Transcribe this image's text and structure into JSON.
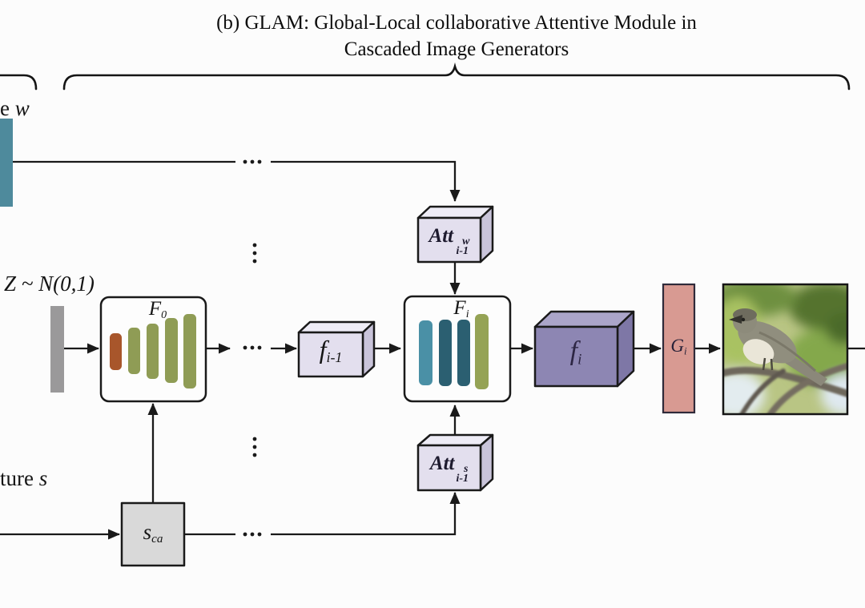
{
  "figure": {
    "caption_line1": "(b) GLAM: Global-Local collaborative Attentive Module in",
    "caption_line2": "Cascaded Image Generators"
  },
  "labels": {
    "word_feature": {
      "prefix": "e ",
      "symbol": "w"
    },
    "noise": "Z ~ N(0,1)",
    "sentence_feature": {
      "prefix": "ture ",
      "symbol": "s"
    },
    "f0": {
      "base": "F",
      "sub": "0"
    },
    "f_prev": {
      "base": "f",
      "sub": "i-1"
    },
    "F_i": {
      "base": "F",
      "sub": "i"
    },
    "f_i": {
      "base": "f",
      "sub": "i"
    },
    "att_w": {
      "base": "Att",
      "sub": "i-1",
      "sup": "w"
    },
    "att_s": {
      "base": "Att",
      "sub": "i-1",
      "sup": "s"
    },
    "g_i": {
      "base": "G",
      "sub": "i"
    },
    "s_ca": {
      "base": "s",
      "sub": "ca"
    }
  },
  "image": {
    "bird_alt": "generated bird perched on a branch"
  },
  "icons": [
    "ellipsis-horizontal",
    "ellipsis-vertical",
    "arrowhead"
  ],
  "colors": {
    "line": "#1a1a1a",
    "word_feature_bar": "#4e8a9c",
    "noise_bar": "#9a999a",
    "f0_rust_bar": "#a8562b",
    "olive_feature_bar": "#8f9c55",
    "fi_light_teal_bar": "#4a90a6",
    "fi_dark_teal_bar": "#2b5f71",
    "fi_olive_bar": "#95a355",
    "attention_cube_front": "#e3dfee",
    "attention_cube_top": "#eeecf6",
    "attention_cube_side": "#c9c4da",
    "feature_cube_front": "#8d86b3",
    "feature_cube_top": "#aba5c9",
    "feature_cube_side": "#7e77a6",
    "generator_bar": "#d89a92",
    "sca_box": "#d9d9d9",
    "module_box_fill": "#fdfdfd"
  }
}
